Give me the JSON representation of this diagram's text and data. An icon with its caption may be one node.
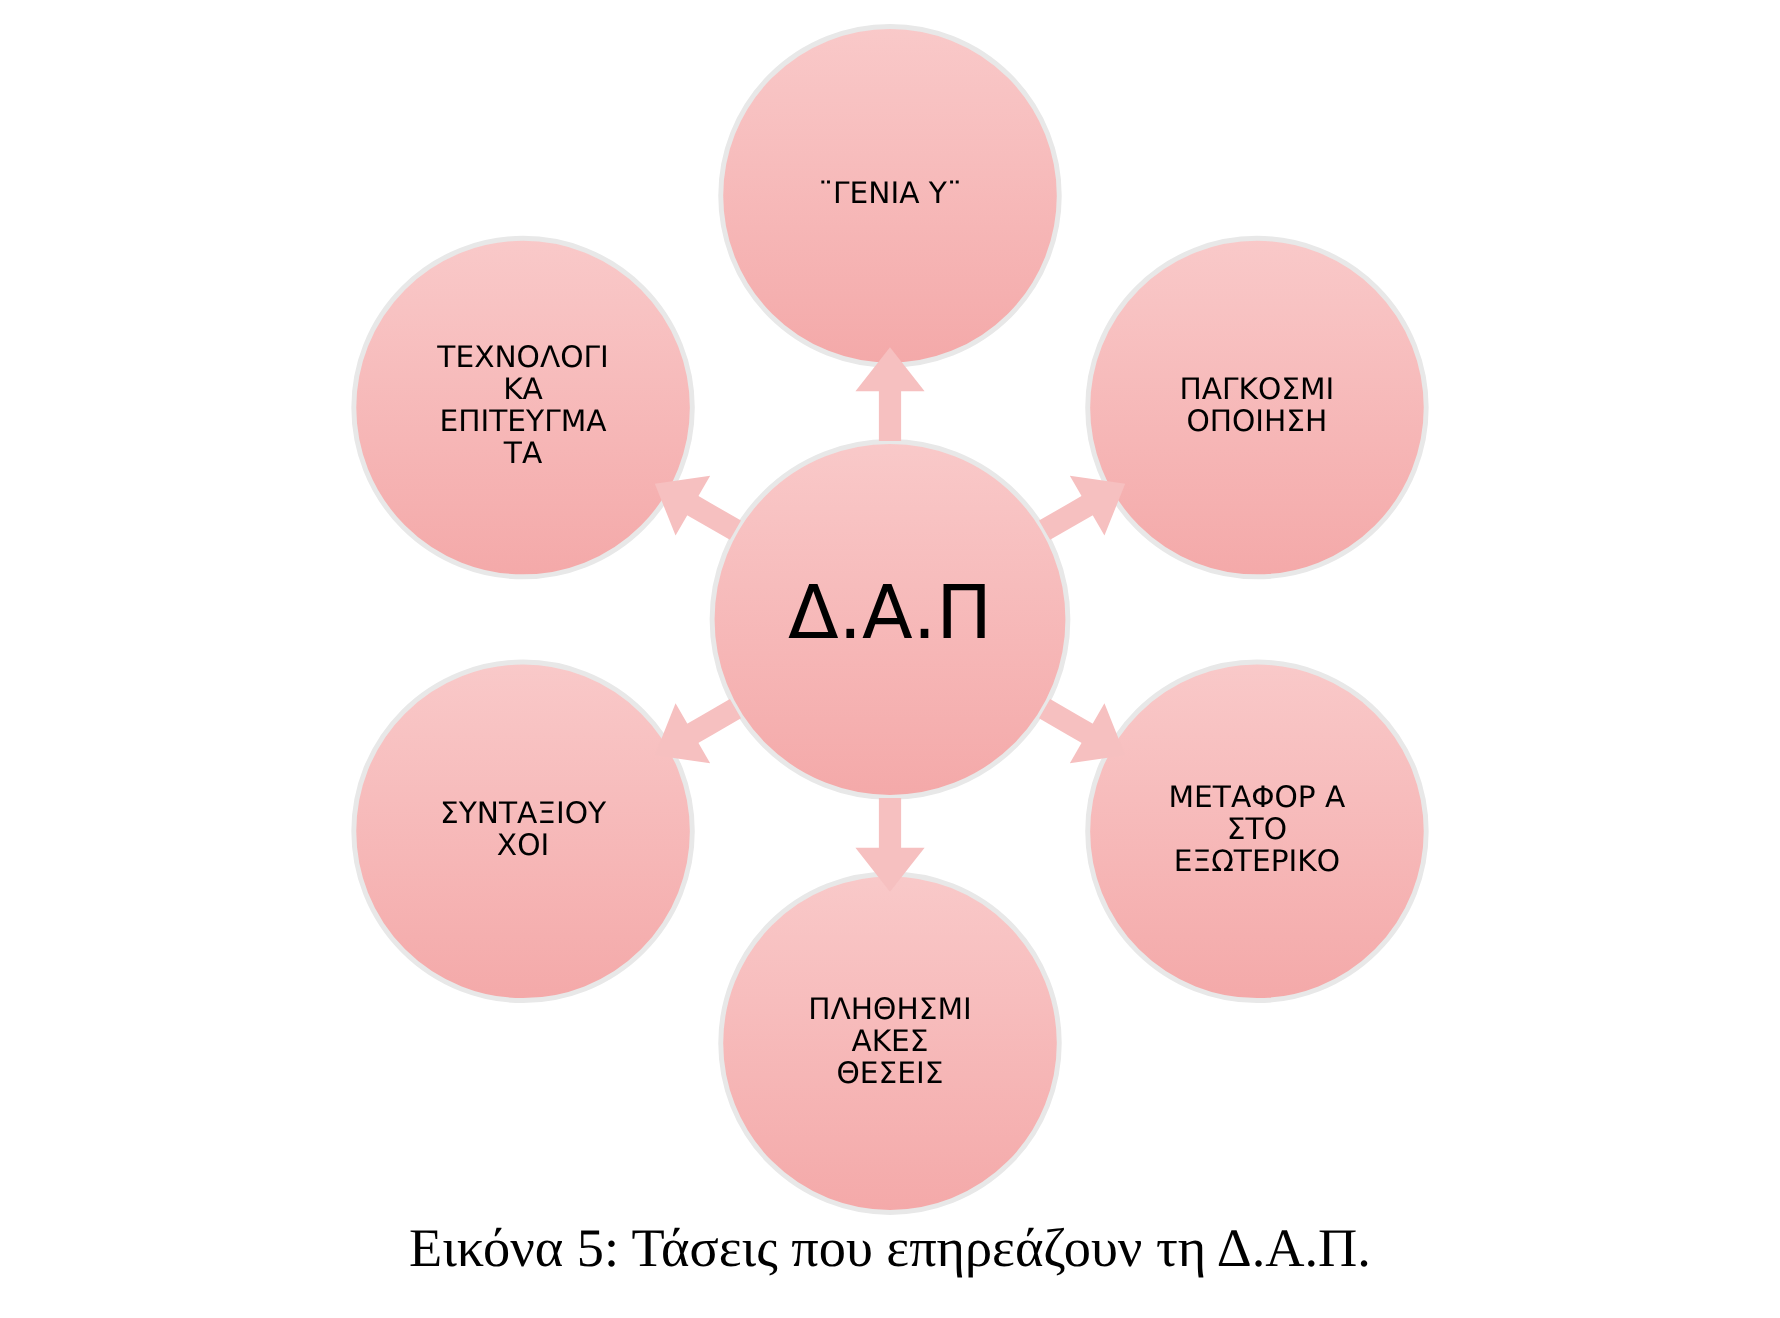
{
  "diagram": {
    "caption": "Εικόνα 5: Τάσεις που επηρεάζουν τη Δ.Α.Π.",
    "nodes": [
      {
        "text": [
          "Δ.Α.Π"
        ]
      },
      {
        "text": [
          "¨ΓΕΝΙΑ Υ¨"
        ]
      },
      {
        "text": [
          "ΠΑΓΚΟΣΜΙ ΟΠΟΙΗΣΗ"
        ]
      },
      {
        "text": [
          "ΜΕΤΑΦΟΡ Α ΣΤΟ ΕΞΩΤΕΡΙΚΟ"
        ]
      },
      {
        "text": [
          "ΠΛΗΘΗΣΜΙ ΑΚΕΣ ΘΕΣΕΙΣ"
        ]
      },
      {
        "text": [
          "ΣΥΝΤΑΞΙΟΥ ΧΟΙ"
        ]
      },
      {
        "text": [
          "ΤΕΧΝΟΛΟΓΙ ΚΑ ΕΠΙΤΕΥΓΜΑ ΤΑ"
        ]
      }
    ],
    "edges": [
      {
        "from": 0,
        "to": 1,
        "arrow": "to"
      },
      {
        "from": 0,
        "to": 2,
        "arrow": "to"
      },
      {
        "from": 0,
        "to": 3,
        "arrow": "to"
      },
      {
        "from": 0,
        "to": 4,
        "arrow": "to"
      },
      {
        "from": 0,
        "to": 5,
        "arrow": "to"
      },
      {
        "from": 0,
        "to": 6,
        "arrow": "to"
      }
    ]
  }
}
